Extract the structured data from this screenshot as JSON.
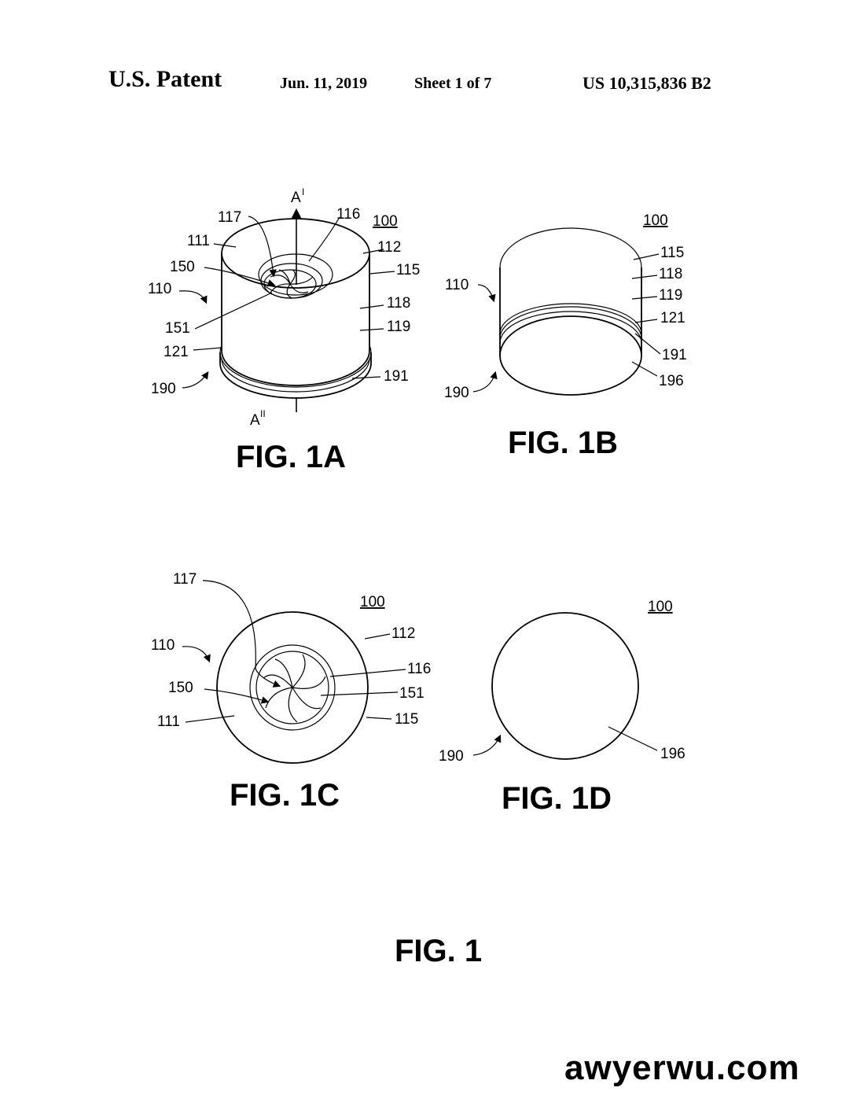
{
  "header": {
    "title": "U.S. Patent",
    "date": "Jun. 11, 2019",
    "sheet": "Sheet 1 of 7",
    "patent_number": "US 10,315,836 B2"
  },
  "figures": {
    "fig_1a": {
      "caption": "FIG. 1A",
      "labels": {
        "axis_top": "A",
        "axis_top_sup": "I",
        "axis_bottom": "A",
        "axis_bottom_sup": "II",
        "r100": "100",
        "r111": "111",
        "r112": "112",
        "r115": "115",
        "r116": "116",
        "r117": "117",
        "r118": "118",
        "r119": "119",
        "r110": "110",
        "r150": "150",
        "r151": "151",
        "r121": "121",
        "r190": "190",
        "r191": "191"
      }
    },
    "fig_1b": {
      "caption": "FIG. 1B",
      "labels": {
        "r100": "100",
        "r115": "115",
        "r118": "118",
        "r119": "119",
        "r110": "110",
        "r121": "121",
        "r191": "191",
        "r190": "190",
        "r196": "196"
      }
    },
    "fig_1c": {
      "caption": "FIG. 1C",
      "labels": {
        "r117": "117",
        "r100": "100",
        "r112": "112",
        "r110": "110",
        "r116": "116",
        "r150": "150",
        "r151": "151",
        "r111": "111",
        "r115": "115"
      }
    },
    "fig_1d": {
      "caption": "FIG. 1D",
      "labels": {
        "r100": "100",
        "r190": "190",
        "r196": "196"
      }
    },
    "overall_caption": "FIG. 1"
  },
  "watermark": "awyerwu.com"
}
